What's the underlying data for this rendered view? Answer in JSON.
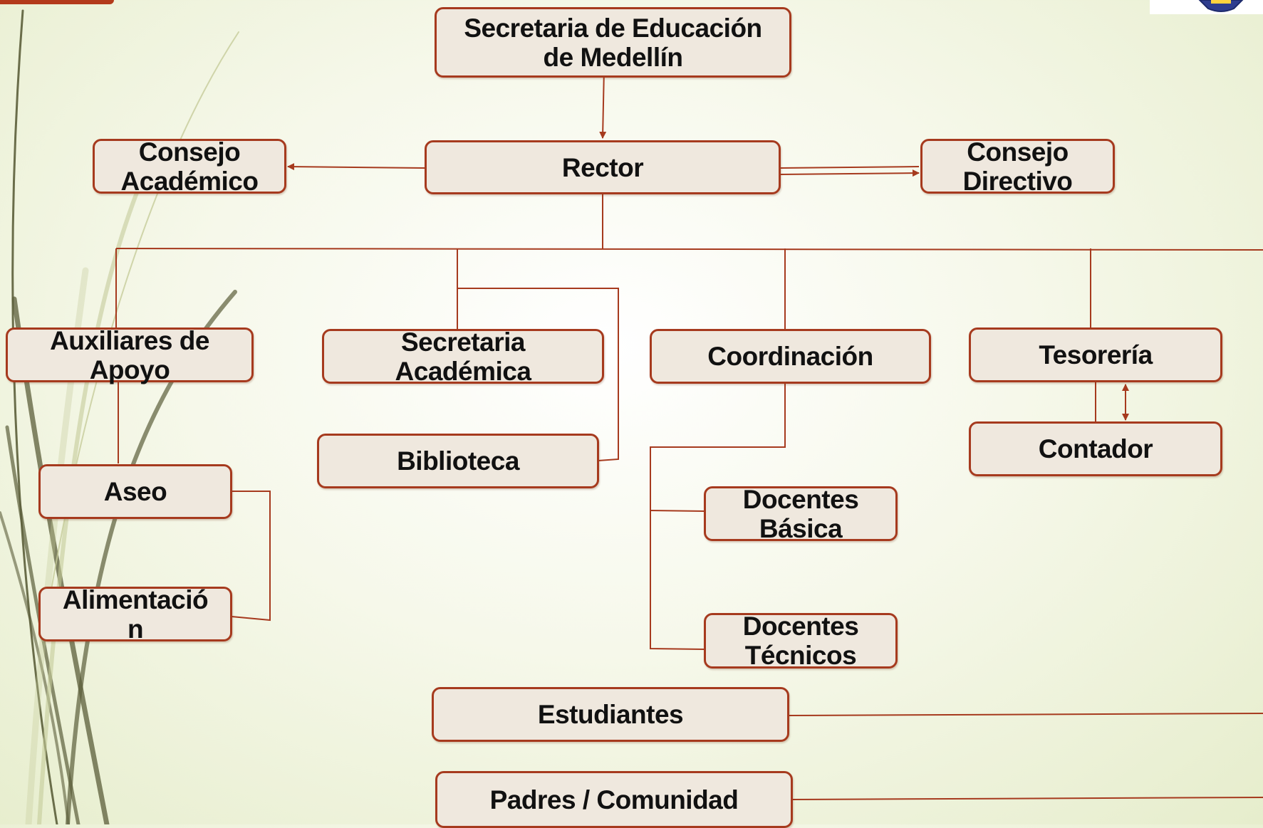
{
  "title": "Secretaria de Educación de Medellín",
  "colors": {
    "box_fill": "#efe8de",
    "box_border": "#a63a1e",
    "connector": "#a63a1e",
    "accent_tab": "#b33a1b"
  },
  "logo": {
    "icon": "school-shield-icon"
  },
  "nodes": {
    "secretaria_educacion": {
      "line1": "Secretaria de Educación",
      "line2": "de Medellín"
    },
    "rector": {
      "line1": "Rector"
    },
    "consejo_academico": {
      "line1": "Consejo",
      "line2": "Académico"
    },
    "consejo_directivo": {
      "line1": "Consejo",
      "line2": "Directivo"
    },
    "auxiliares_apoyo": {
      "line1": "Auxiliares de",
      "line2": "Apoyo"
    },
    "secretaria_academica": {
      "line1": "Secretaria",
      "line2": "Académica"
    },
    "coordinacion": {
      "line1": "Coordinación"
    },
    "tesoreria": {
      "line1": "Tesorería"
    },
    "contador": {
      "line1": "Contador"
    },
    "biblioteca": {
      "line1": "Biblioteca"
    },
    "aseo": {
      "line1": "Aseo"
    },
    "alimentacion": {
      "line1": "Alimentació",
      "line2": "n"
    },
    "docentes_basica": {
      "line1": "Docentes",
      "line2": "Básica"
    },
    "docentes_tecnicos": {
      "line1": "Docentes",
      "line2": "Técnicos"
    },
    "estudiantes": {
      "line1": "Estudiantes"
    },
    "padres_comunidad": {
      "line1": "Padres / Comunidad"
    }
  }
}
